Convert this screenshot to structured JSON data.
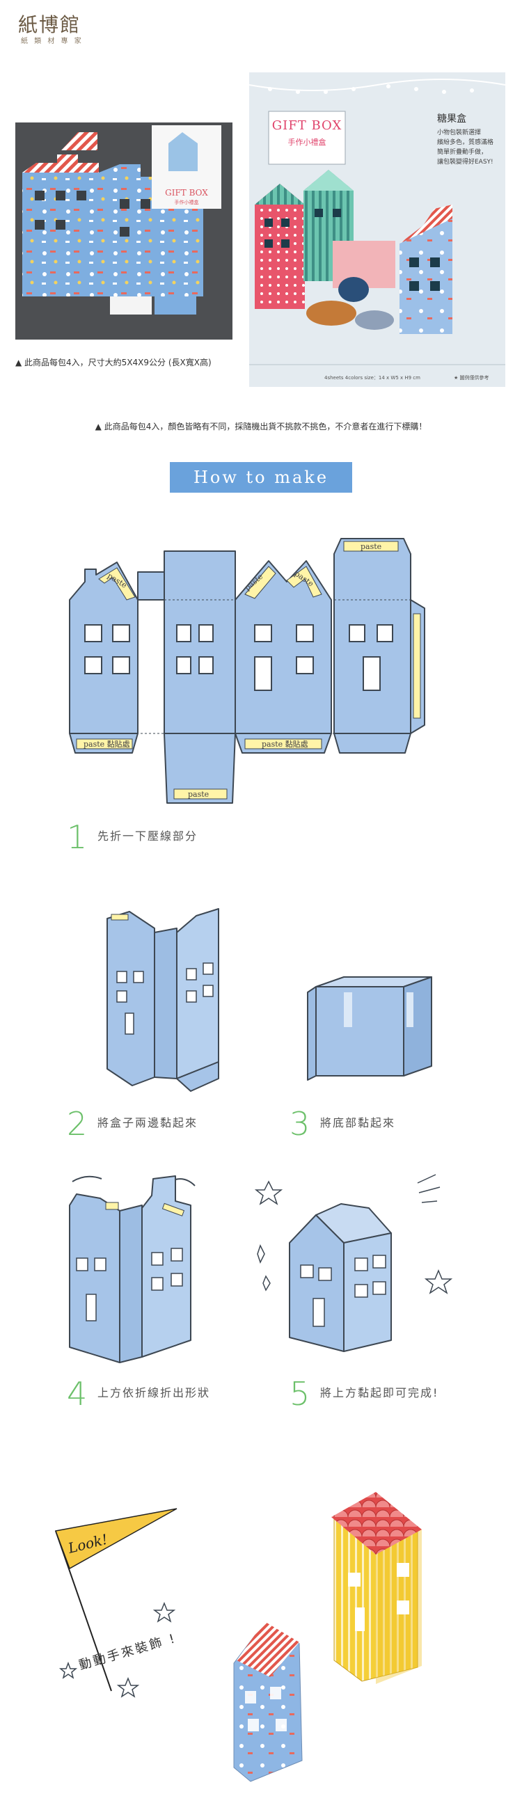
{
  "brand": {
    "name": "紙博館",
    "tagline": "紙 類 材 專 家"
  },
  "product_photo": {
    "mini_box_title": "GIFT BOX",
    "mini_box_subtitle": "手作小禮盒",
    "caption": "▲ 此商品每包4入，尺寸大約5X4X9公分 (長X寬X高)"
  },
  "promo_card": {
    "title": "GIFT BOX",
    "subtitle": "手作小禮盒",
    "label": "糖果盒",
    "desc_lines": [
      "小物包裝新選擇",
      "繽紛多色，質感滿格",
      "簡單折疊動手做，",
      "讓包裝變得好EASY!"
    ],
    "footer_left": "4sheets   4colors   size：14 x W5 x H9 cm",
    "footer_right": "★ 圖例僅供參考"
  },
  "notice": "▲ 此商品每包4入，顏色皆略有不同，採隨機出貨不挑款不挑色，不介意者在進行下標購！",
  "how_to_make": "How to make",
  "template_labels": {
    "paste": "paste",
    "paste_zh": "paste 黏貼處"
  },
  "steps": [
    {
      "num": "1",
      "text": "先折一下壓線部分"
    },
    {
      "num": "2",
      "text": "將盒子兩邊黏起來"
    },
    {
      "num": "3",
      "text": "將底部黏起來"
    },
    {
      "num": "4",
      "text": "上方依折線折出形狀"
    },
    {
      "num": "5",
      "text": "將上方黏起即可完成!"
    }
  ],
  "flag": {
    "look": "Look!",
    "slogan": "動動手來裝飾 !"
  },
  "colors": {
    "box_blue": "#a6c4e8",
    "outline": "#3d4752",
    "paste_yellow": "#fff4a8",
    "banner_blue": "#6aa2dc",
    "step_green": "#6cc06a",
    "house_yellow": "#f5cf38",
    "roof_red": "#e04a4a"
  }
}
